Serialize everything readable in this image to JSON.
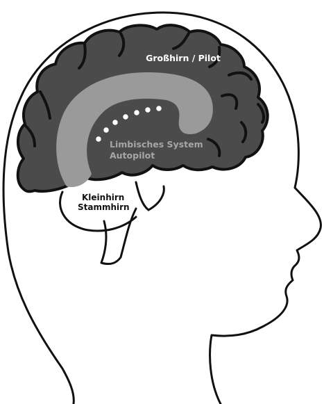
{
  "labels": {
    "cerebrum": "Großhirn / Pilot",
    "limbic_line1": "Limbisches System",
    "limbic_line2": "Autopilot",
    "cerebellum_line1": "Kleinhirn",
    "cerebellum_line2": "Stammhirn"
  },
  "colors": {
    "background": "#ffffff",
    "outline": "#111111",
    "cerebrum_fill": "#4b4b4b",
    "limbic_fill": "#9a9a9a",
    "label_on_dark": "#ffffff",
    "label_limbic": "#a6a6a6",
    "label_dark": "#111111"
  }
}
